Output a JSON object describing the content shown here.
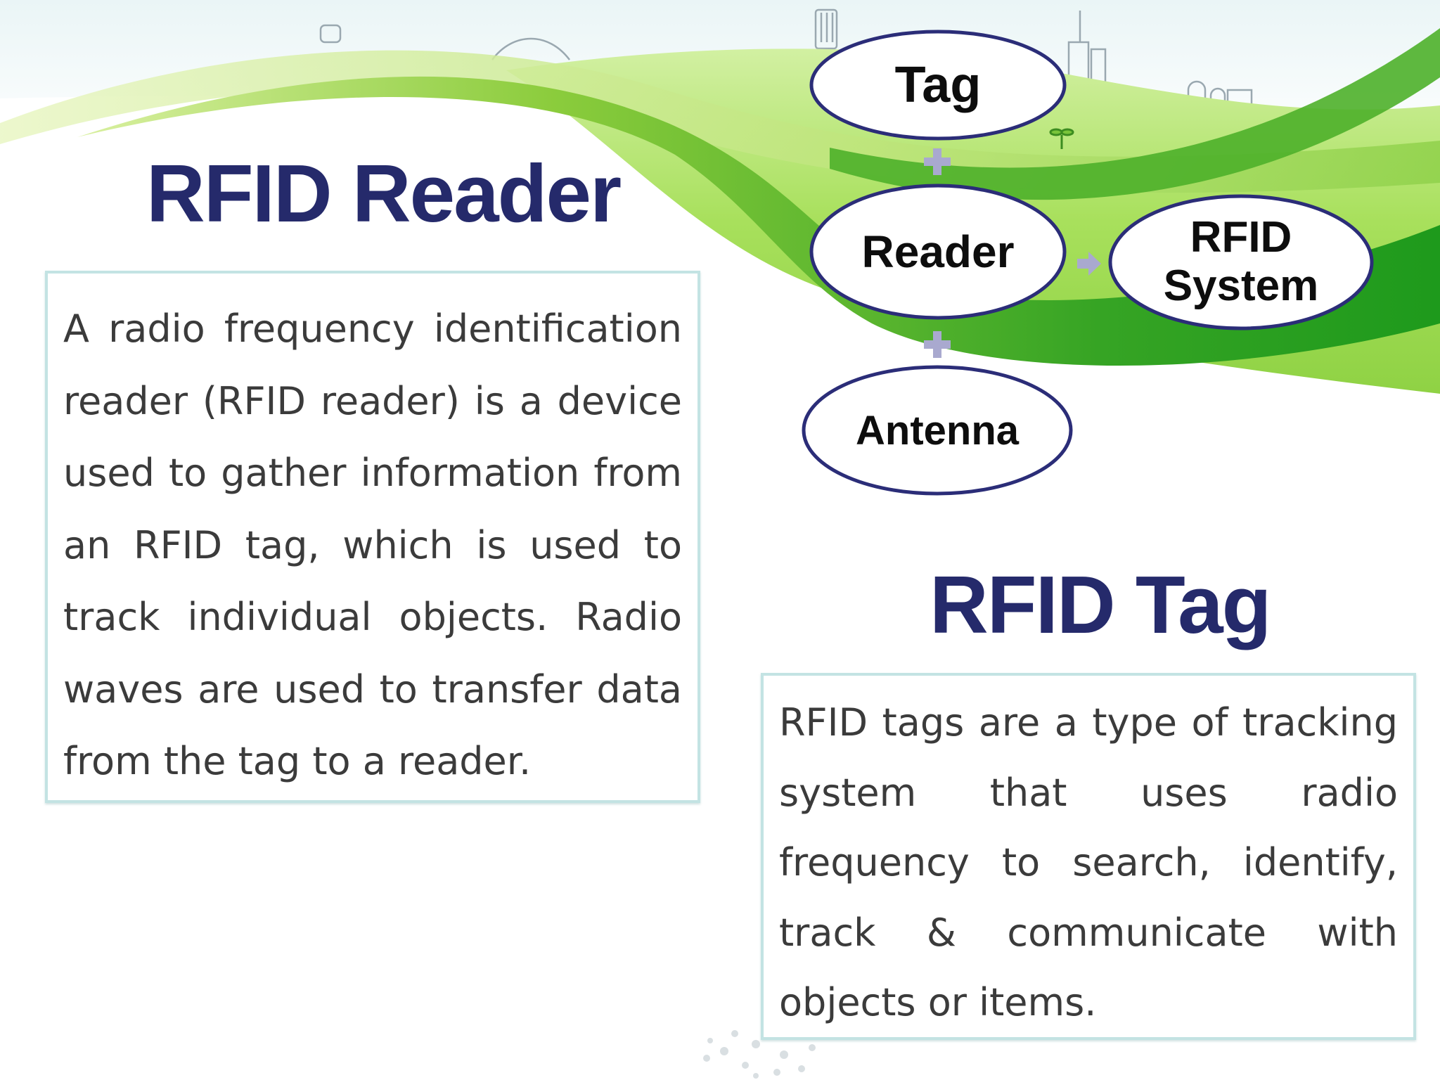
{
  "slide": {
    "reader_title": "RFID Reader",
    "reader_description": "A radio frequency identification reader (RFID reader) is a device used to gather information from an RFID tag, which is used to track individual objects. Radio waves are used to transfer data from the tag to a reader.",
    "tag_title": "RFID Tag",
    "tag_description": "RFID tags are a type of tracking system that uses radio frequency to search, identify, track & communicate with objects or items."
  },
  "diagram": {
    "nodes": {
      "tag": "Tag",
      "reader": "Reader",
      "antenna": "Antenna",
      "system_line1": "RFID",
      "system_line2": "System"
    }
  },
  "colors": {
    "title": "#252a6b",
    "body_text": "#3b3b3b",
    "box_border": "#c3e3e3",
    "node_border": "#2b2d78",
    "connector": "#a9a9cf",
    "swoosh_green": "#3aa622",
    "hill_green": "#9fdc56"
  }
}
